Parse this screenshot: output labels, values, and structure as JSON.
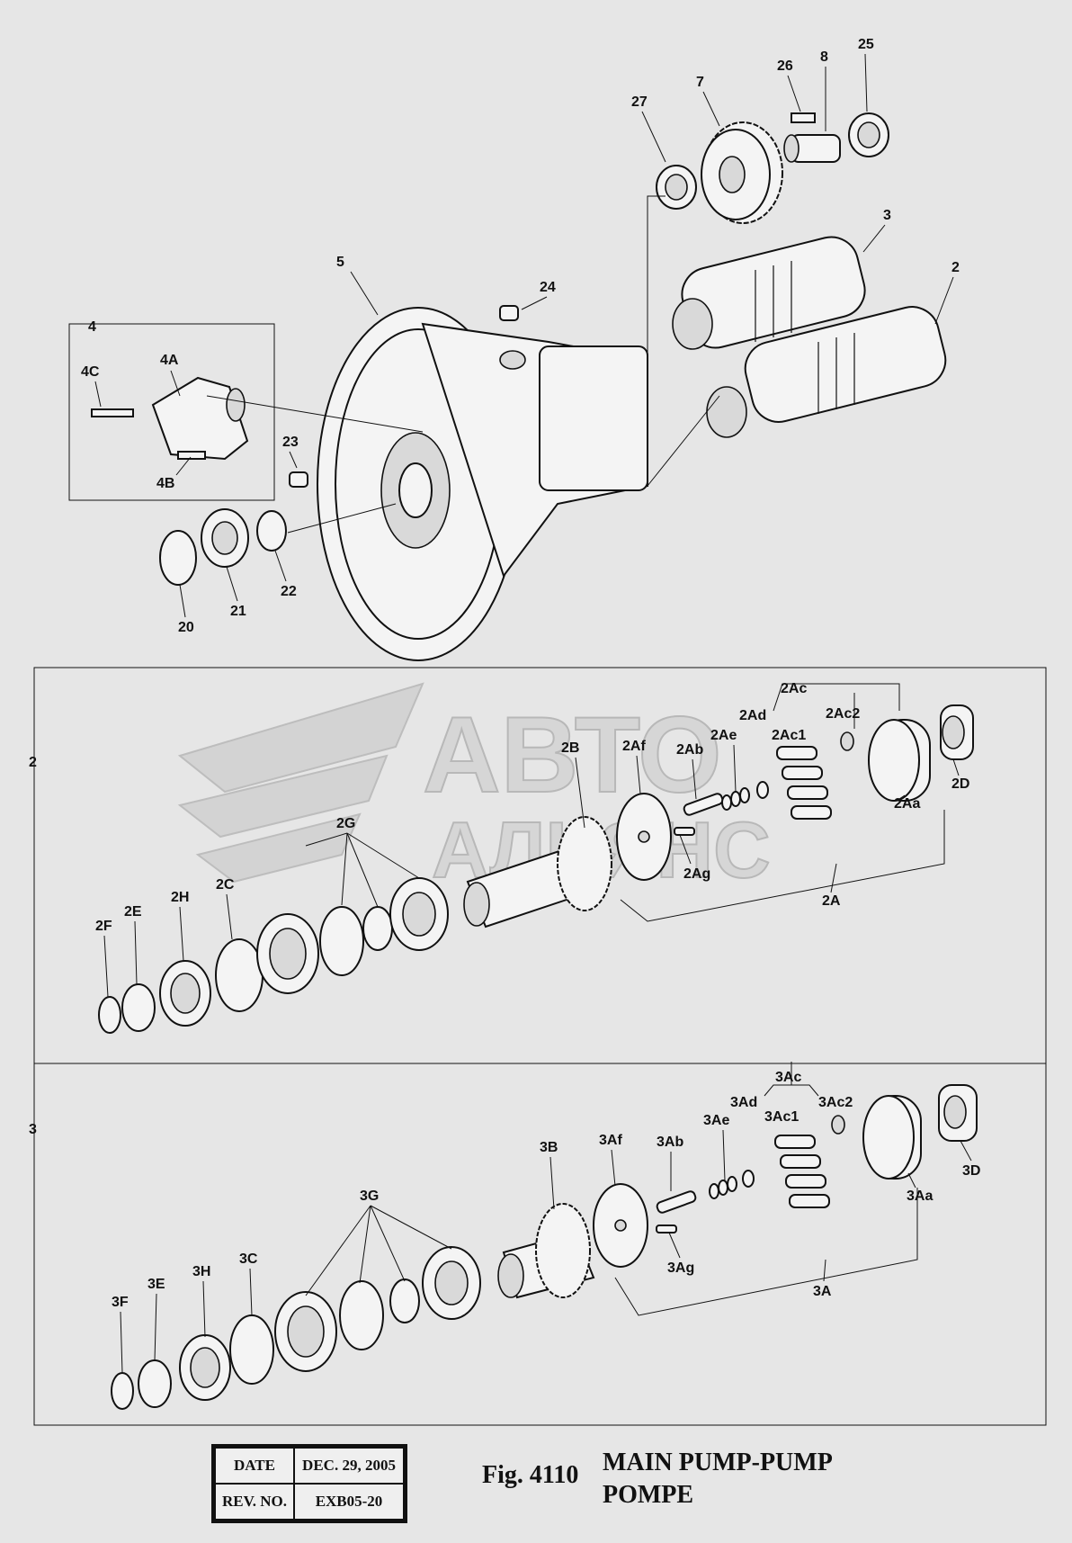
{
  "watermark": {
    "line1": "АВТО",
    "line2": "АЛЬЯНС"
  },
  "labels": {
    "p27": "27",
    "p7": "7",
    "p26": "26",
    "p8": "8",
    "p25": "25",
    "p3": "3",
    "p2": "2",
    "p5": "5",
    "p24": "24",
    "p4": "4",
    "p4A": "4A",
    "p4C": "4C",
    "p4B": "4B",
    "p23": "23",
    "p20": "20",
    "p21": "21",
    "p22": "22",
    "s2": "2",
    "s2_2Ac": "2Ac",
    "s2_2Ad": "2Ad",
    "s2_2Ac2": "2Ac2",
    "s2_2B": "2B",
    "s2_2Af": "2Af",
    "s2_2Ae": "2Ae",
    "s2_2Ac1": "2Ac1",
    "s2_2Ab": "2Ab",
    "s2_2D": "2D",
    "s2_2Aa": "2Aa",
    "s2_2G": "2G",
    "s2_2Ag": "2Ag",
    "s2_2C": "2C",
    "s2_2H": "2H",
    "s2_2E": "2E",
    "s2_2F": "2F",
    "s2_2A": "2A",
    "s3": "3",
    "s3_3Ac": "3Ac",
    "s3_3Ad": "3Ad",
    "s3_3Ac2": "3Ac2",
    "s3_3Ae": "3Ae",
    "s3_3Ac1": "3Ac1",
    "s3_3B": "3B",
    "s3_3Af": "3Af",
    "s3_3Ab": "3Ab",
    "s3_3D": "3D",
    "s3_3Aa": "3Aa",
    "s3_3G": "3G",
    "s3_3Ag": "3Ag",
    "s3_3C": "3C",
    "s3_3H": "3H",
    "s3_3E": "3E",
    "s3_3F": "3F",
    "s3_3A": "3A"
  },
  "info_table": {
    "date_label": "DATE",
    "date_value": "DEC. 29, 2005",
    "rev_label": "REV. NO.",
    "rev_value": "EXB05-20"
  },
  "figure": {
    "number": "Fig. 4110",
    "title_en": "MAIN PUMP-PUMP",
    "title_fr": "POMPE"
  }
}
